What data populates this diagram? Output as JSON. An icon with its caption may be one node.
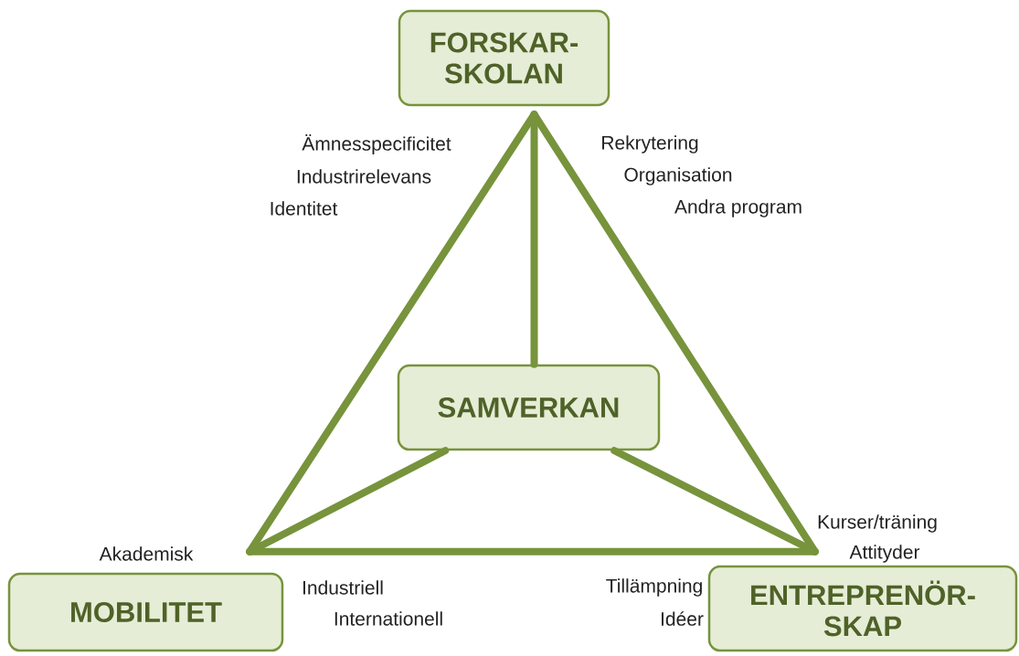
{
  "diagram": {
    "nodes": [
      {
        "text": [
          "FORSKAR- SKOLAN"
        ]
      },
      {
        "text": [
          "SAMVERKAN"
        ]
      },
      {
        "text": [
          "MOBILITET"
        ]
      },
      {
        "text": [
          "ENTREPRENÖR- SKAP"
        ]
      }
    ],
    "edges": [
      {
        "from": 0,
        "to": 2,
        "arrow": "none"
      },
      {
        "from": 0,
        "to": 3,
        "arrow": "none"
      },
      {
        "from": 0,
        "to": 1,
        "arrow": "none"
      },
      {
        "from": 2,
        "to": 1,
        "arrow": "none"
      },
      {
        "from": 3,
        "to": 1,
        "arrow": "none"
      },
      {
        "from": 2,
        "to": 3,
        "arrow": "none"
      }
    ],
    "labels": [
      "Ämnesspecificitet",
      "Rekrytering",
      "Industrirelevans",
      "Organisation",
      "Identitet",
      "Andra program",
      "Kurser/träning",
      "Akademisk",
      "Attityder",
      "Industriell",
      "Tillämpning",
      "Internationell",
      "Idéer"
    ]
  }
}
